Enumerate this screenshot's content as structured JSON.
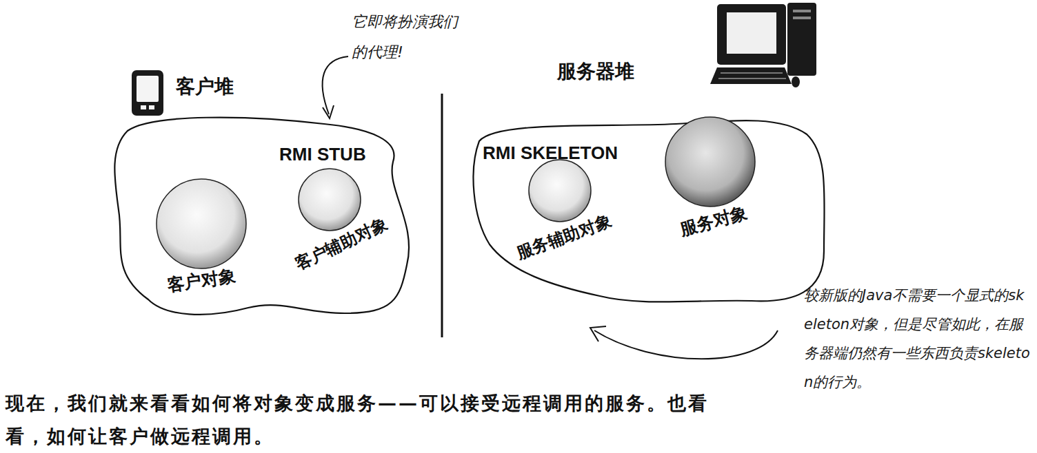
{
  "diagram": {
    "caption": "现在，我们就来看看如何将对象变成服务——可以接受远程调用的服务。也看看，如何让客户做远程调用。",
    "nodes": [
      {
        "text": [
          "客户堆"
        ]
      },
      {
        "text": [
          "客户对象"
        ],
        "in": 0
      },
      {
        "text": [
          "RMI STUB",
          "客户辅助对象"
        ],
        "in": 0
      },
      {
        "text": [
          "服务器堆"
        ]
      },
      {
        "text": [
          "RMI SKELETON",
          "服务辅助对象"
        ],
        "in": 3
      },
      {
        "text": [
          "服务对象"
        ],
        "in": 3
      }
    ],
    "labels": [
      "它即将扮演我们的代理!",
      "较新版的Java不需要一个显式的skeleton对象，但是尽管如此，在服务器端仍然有一些东西负责skeleton的行为。"
    ]
  }
}
